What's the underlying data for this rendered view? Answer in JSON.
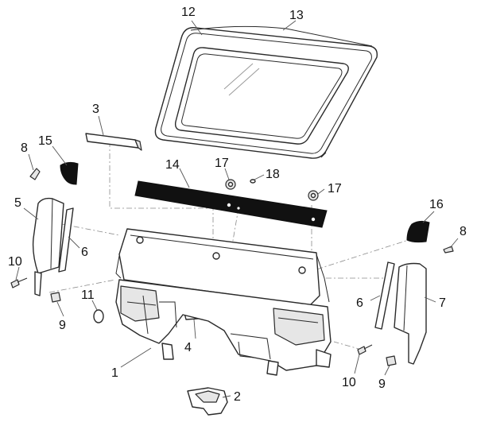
{
  "diagram": {
    "callouts": [
      {
        "id": "c1",
        "label": "1"
      },
      {
        "id": "c2",
        "label": "2"
      },
      {
        "id": "c3",
        "label": "3"
      },
      {
        "id": "c4",
        "label": "4"
      },
      {
        "id": "c5",
        "label": "5"
      },
      {
        "id": "c6a",
        "label": "6"
      },
      {
        "id": "c6b",
        "label": "6"
      },
      {
        "id": "c7",
        "label": "7"
      },
      {
        "id": "c8a",
        "label": "8"
      },
      {
        "id": "c8b",
        "label": "8"
      },
      {
        "id": "c9a",
        "label": "9"
      },
      {
        "id": "c9b",
        "label": "9"
      },
      {
        "id": "c10a",
        "label": "10"
      },
      {
        "id": "c10b",
        "label": "10"
      },
      {
        "id": "c11",
        "label": "11"
      },
      {
        "id": "c12",
        "label": "12"
      },
      {
        "id": "c13",
        "label": "13"
      },
      {
        "id": "c14",
        "label": "14"
      },
      {
        "id": "c15",
        "label": "15"
      },
      {
        "id": "c16",
        "label": "16"
      },
      {
        "id": "c17a",
        "label": "17"
      },
      {
        "id": "c17b",
        "label": "17"
      },
      {
        "id": "c18",
        "label": "18"
      }
    ]
  }
}
